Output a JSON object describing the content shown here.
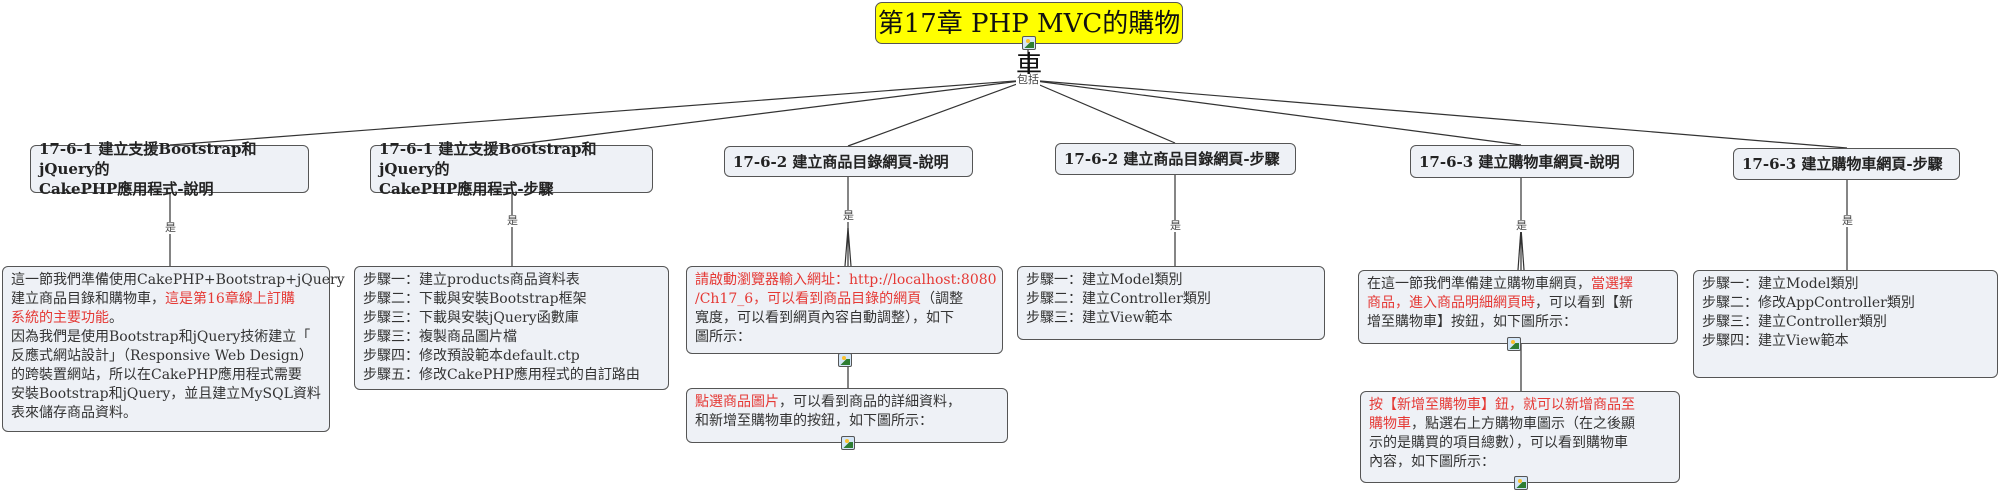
{
  "root": {
    "title": "第17章 PHP MVC的購物車"
  },
  "labels": {
    "includes": "包括",
    "is": "是"
  },
  "topics": [
    {
      "id": "t1",
      "lines": [
        "17-6-1 建立支援Bootstrap和jQuery的",
        "CakePHP應用程式-說明"
      ]
    },
    {
      "id": "t2",
      "lines": [
        "17-6-1 建立支援Bootstrap和jQuery的",
        "CakePHP應用程式-步驟"
      ]
    },
    {
      "id": "t3",
      "lines": [
        "17-6-2 建立商品目錄網頁-說明"
      ]
    },
    {
      "id": "t4",
      "lines": [
        "17-6-2 建立商品目錄網頁-步驟"
      ]
    },
    {
      "id": "t5",
      "lines": [
        "17-6-3 建立購物車網頁-說明"
      ]
    },
    {
      "id": "t6",
      "lines": [
        "17-6-3 建立購物車網頁-步驟"
      ]
    }
  ],
  "notes": {
    "n1": [
      [
        {
          "t": "這一節我們準備使用CakePHP+Bootstrap+jQuery"
        }
      ],
      [
        {
          "t": "建立商品目錄和購物車，"
        },
        {
          "t": "這是第16章線上訂購",
          "red": true
        }
      ],
      [
        {
          "t": "系統的主要功能",
          "red": true
        },
        {
          "t": "。"
        }
      ],
      [
        {
          "t": "因為我們是使用Bootstrap和jQuery技術建立「"
        }
      ],
      [
        {
          "t": "反應式網站設計」（Responsive Web Design）"
        }
      ],
      [
        {
          "t": "的跨裝置網站，所以在CakePHP應用程式需要"
        }
      ],
      [
        {
          "t": "安裝Bootstrap和jQuery，並且建立MySQL資料"
        }
      ],
      [
        {
          "t": "表來儲存商品資料。"
        }
      ]
    ],
    "n2": [
      [
        {
          "t": "步驟一：建立products商品資料表"
        }
      ],
      [
        {
          "t": "步驟二：下載與安裝Bootstrap框架"
        }
      ],
      [
        {
          "t": "步驟三：下載與安裝jQuery函數庫"
        }
      ],
      [
        {
          "t": "步驟三：複製商品圖片檔"
        }
      ],
      [
        {
          "t": "步驟四：修改預設範本default.ctp"
        }
      ],
      [
        {
          "t": "步驟五：修改CakePHP應用程式的自訂路由"
        }
      ]
    ],
    "n3a": [
      [
        {
          "t": "請啟動瀏覽器輸入網址：http://localhost:8080",
          "red": true
        }
      ],
      [
        {
          "t": "/Ch17_6，可以看到商品目錄的網頁",
          "red": true
        },
        {
          "t": "（調整"
        }
      ],
      [
        {
          "t": "寬度，可以看到網頁內容自動調整），如下"
        }
      ],
      [
        {
          "t": "圖所示："
        }
      ]
    ],
    "n3b": [
      [
        {
          "t": "點選商品圖片",
          "red": true
        },
        {
          "t": "，可以看到商品的詳細資料，"
        }
      ],
      [
        {
          "t": "和新增至購物車的按鈕，如下圖所示："
        }
      ]
    ],
    "n4": [
      [
        {
          "t": "步驟一：建立Model類別"
        }
      ],
      [
        {
          "t": "步驟二：建立Controller類別"
        }
      ],
      [
        {
          "t": "步驟三：建立View範本"
        }
      ]
    ],
    "n5a": [
      [
        {
          "t": "在這一節我們準備建立購物車網頁，"
        },
        {
          "t": "當選擇",
          "red": true
        }
      ],
      [
        {
          "t": "商品，進入商品明細網頁時",
          "red": true
        },
        {
          "t": "，可以看到【新"
        }
      ],
      [
        {
          "t": "增至購物車】按鈕，如下圖所示："
        }
      ]
    ],
    "n5b": [
      [
        {
          "t": "按【新增至購物車】鈕，就可以新增商品至",
          "red": true
        }
      ],
      [
        {
          "t": "購物車",
          "red": true
        },
        {
          "t": "，點選右上方購物車圖示（在之後顯"
        }
      ],
      [
        {
          "t": "示的是購買的項目總數），可以看到購物車"
        }
      ],
      [
        {
          "t": "內容，如下圖所示："
        }
      ]
    ],
    "n6": [
      [
        {
          "t": "步驟一：建立Model類別"
        }
      ],
      [
        {
          "t": "步驟二：修改AppController類別"
        }
      ],
      [
        {
          "t": "步驟三：建立Controller類別"
        }
      ],
      [
        {
          "t": "步驟四：建立View範本"
        }
      ]
    ]
  }
}
